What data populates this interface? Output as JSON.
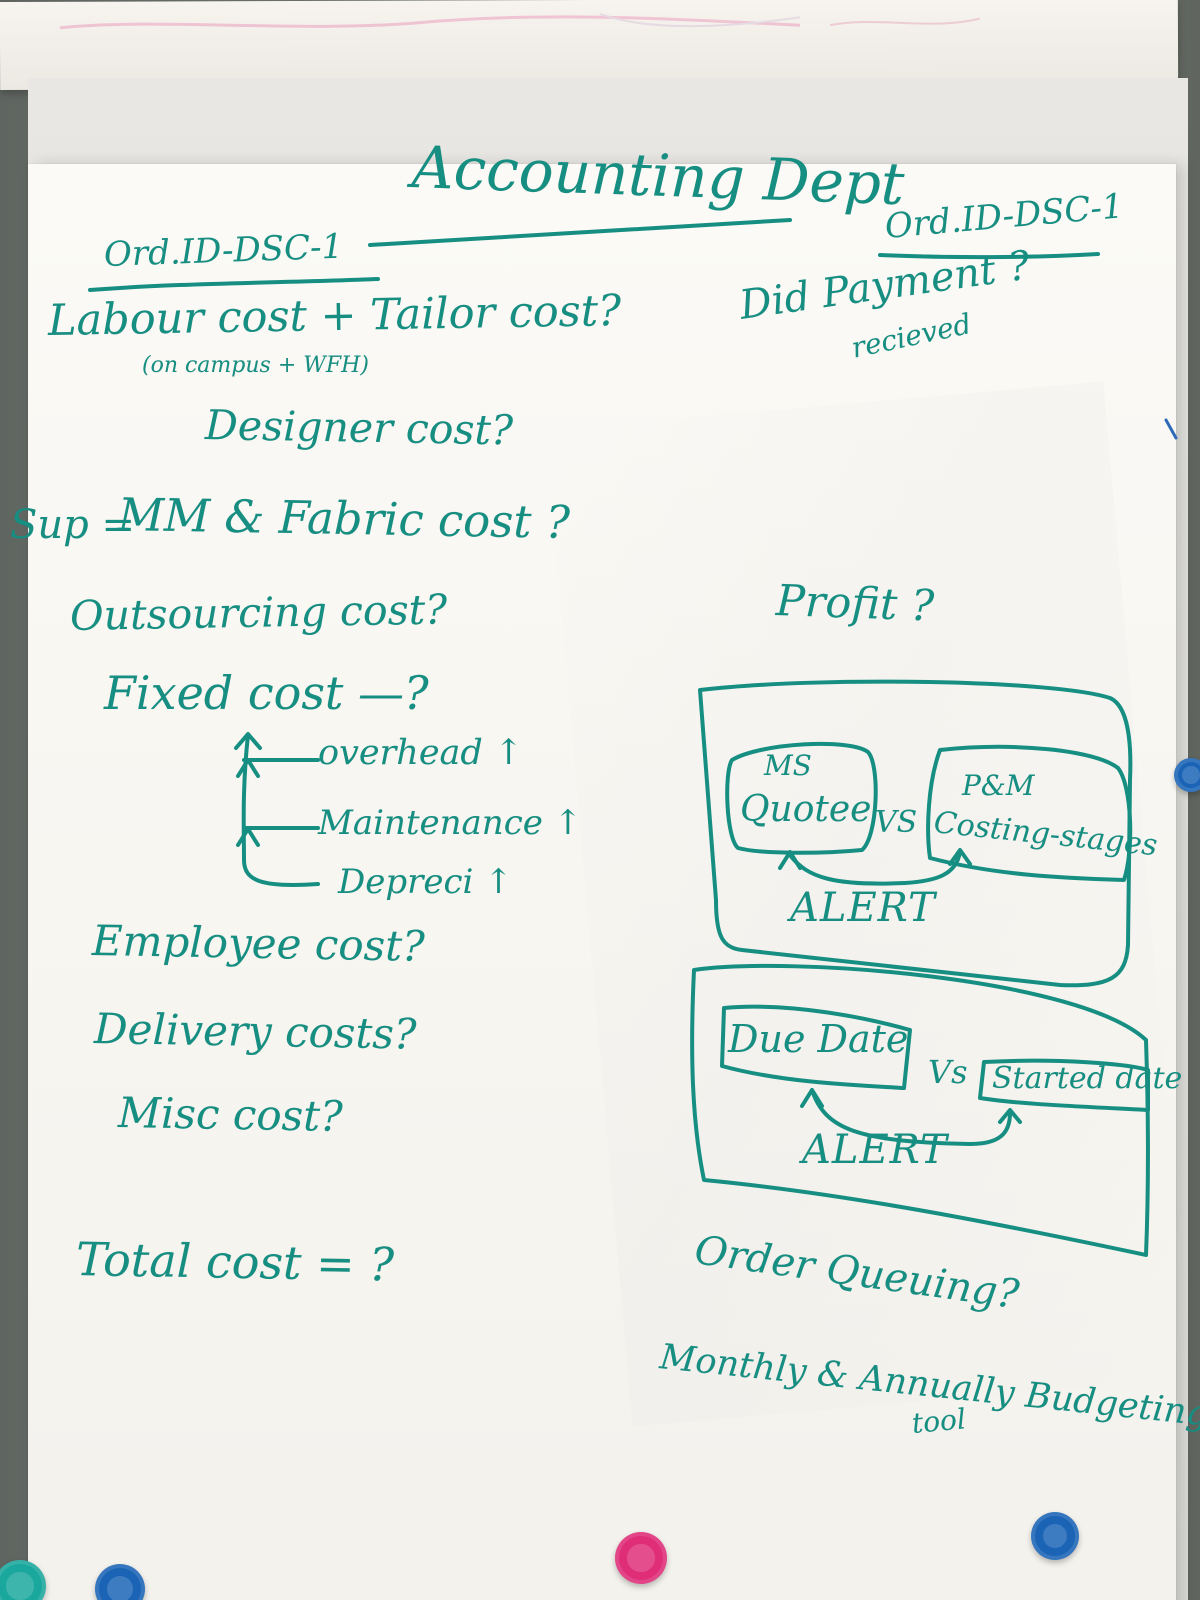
{
  "page": {
    "title": "Accounting Dept"
  },
  "left_column": {
    "order_id": "Ord.ID-DSC-1",
    "labour_tailor_cost": "Labour cost + Tailor cost?",
    "labour_note": "(on campus + WFH)",
    "designer_cost": "Designer cost?",
    "sup_prefix": "Sup =",
    "mm_fabric_cost": "MM & Fabric cost ?",
    "outsourcing_cost": "Outsourcing cost?",
    "fixed_cost": "Fixed cost —?",
    "overhead": "overhead ↑",
    "maintenance": "Maintenance ↑",
    "depreci": "Depreci ↑",
    "employee_cost": "Employee cost?",
    "delivery_costs": "Delivery costs?",
    "misc_cost": "Misc cost?",
    "total_cost": "Total cost = ?"
  },
  "right_column": {
    "order_id": "Ord.ID-DSC-1",
    "payment_line_1": "Did Payment ?",
    "payment_line_2": "recieved",
    "profit": "Profit ?",
    "box1_ms": "MS",
    "box1_quote": "Quotee",
    "box1_vs": "VS",
    "box1_pm": "P&M",
    "box1_costing": "Costing-stages",
    "box1_alert": "ALERT",
    "box2_due": "Due Date",
    "box2_vs": "Vs",
    "box2_started": "Started date",
    "box2_alert": "ALERT",
    "order_queuing": "Order Queuing?",
    "monthly_line": "Monthly & Annually Budgeting",
    "monthly_tail": "tool"
  },
  "colors": {
    "ink": "#168f82",
    "paper": "#f8f6f1",
    "board": "#6f7570",
    "pin_blue": "#1a63b5",
    "pin_pink": "#df2d78",
    "pin_teal": "#1aa79d"
  }
}
